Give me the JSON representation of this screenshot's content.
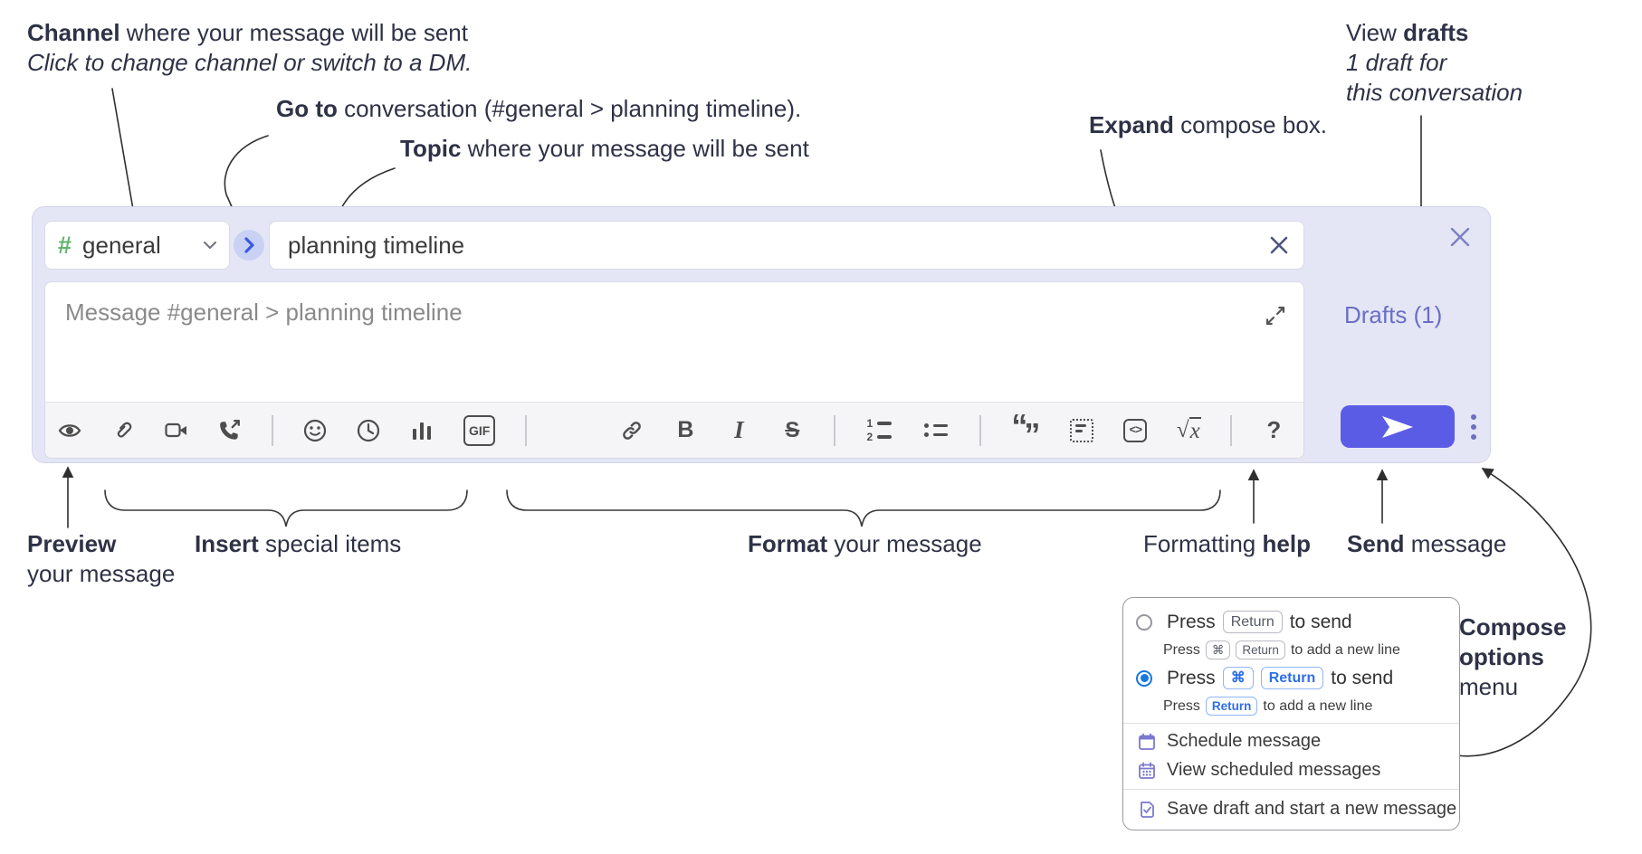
{
  "annotations": {
    "channel": {
      "bold": "Channel",
      "rest": " where your message will be sent",
      "hint": "Click to change channel or switch to a DM."
    },
    "goto": {
      "bold": "Go to",
      "rest": " conversation (#general > planning timeline)."
    },
    "topic": {
      "bold": "Topic",
      "rest": " where your message will be sent"
    },
    "expand": {
      "bold": "Expand",
      "rest": " compose box."
    },
    "drafts": {
      "pre": "View ",
      "bold": "drafts",
      "line2": "1 draft for",
      "line3": "this conversation"
    },
    "preview": {
      "bold": "Preview",
      "line2": "your message"
    },
    "insert": {
      "bold": "Insert",
      "rest": " special items"
    },
    "format": {
      "bold": "Format",
      "rest": " your message"
    },
    "help": {
      "pre": "Formatting ",
      "bold": "help"
    },
    "send": {
      "bold": "Send",
      "rest": " message"
    },
    "compose_options": {
      "line1": "Compose",
      "line2": "options",
      "line3": "menu"
    }
  },
  "compose": {
    "channel": {
      "hash": "#",
      "name": "general"
    },
    "topic_value": "planning timeline",
    "message_placeholder": "Message #general > planning timeline",
    "drafts_link": "Drafts (1)",
    "toolbar": {
      "bold": "B",
      "italic": "I",
      "strike": "S",
      "gif": "GIF",
      "math_root": "√",
      "math_var": "x",
      "help": "?",
      "quote_open": "“",
      "quote_close": "”",
      "code": "<>",
      "ol_1": "1",
      "ol_2": "2"
    },
    "icons": [
      "preview-eye",
      "attach-paperclip",
      "video-call",
      "audio-call",
      "emoji-smiley",
      "time-clock",
      "poll-chart",
      "gif",
      "link-chain",
      "bold",
      "italic",
      "strikethrough",
      "numbered-list",
      "bulleted-list",
      "quote",
      "spoiler",
      "code",
      "math",
      "help",
      "expand-diagonal",
      "send-plane",
      "vertical-dots",
      "close-x",
      "clear-x",
      "hash",
      "chevron-down",
      "chevron-right"
    ]
  },
  "popup": {
    "options": [
      {
        "pre": "Press",
        "key1": "Return",
        "post": "to send",
        "sub_pre": "Press",
        "sub_key1": "⌘",
        "sub_key2": "Return",
        "sub_post": "to add a new line"
      },
      {
        "pre": "Press",
        "key1": "⌘",
        "key2": "Return",
        "post": "to send",
        "sub_pre": "Press",
        "sub_key1": "Return",
        "sub_post": "to add a new line"
      }
    ],
    "menu_items": [
      "Schedule message",
      "View scheduled messages",
      "Save draft and start a new message"
    ]
  },
  "colors": {
    "compose_bg": "#e4e6f5",
    "accent_send": "#5b5ce6",
    "drafts_link": "#6a6fc4",
    "goto_blue": "#3b5ae0",
    "hash_green": "#62b46e",
    "menu_icon_purple": "#7b78d0",
    "kbd_blue": "#2e6fe8",
    "radio_blue": "#1778e2"
  }
}
